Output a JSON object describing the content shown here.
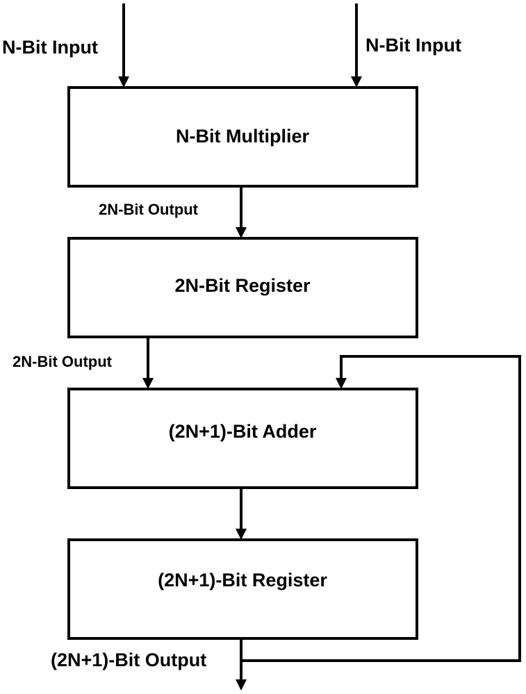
{
  "inputs": {
    "left": "N-Bit Input",
    "right": "N-Bit Input"
  },
  "blocks": {
    "multiplier": "N-Bit Multiplier",
    "register_2n": "2N-Bit Register",
    "adder": "(2N+1)-Bit Adder",
    "register_2n1": "(2N+1)-Bit Register"
  },
  "signals": {
    "multiplier_output": "2N-Bit Output",
    "register_output": "2N-Bit Output",
    "final_output": "(2N+1)-Bit Output"
  }
}
